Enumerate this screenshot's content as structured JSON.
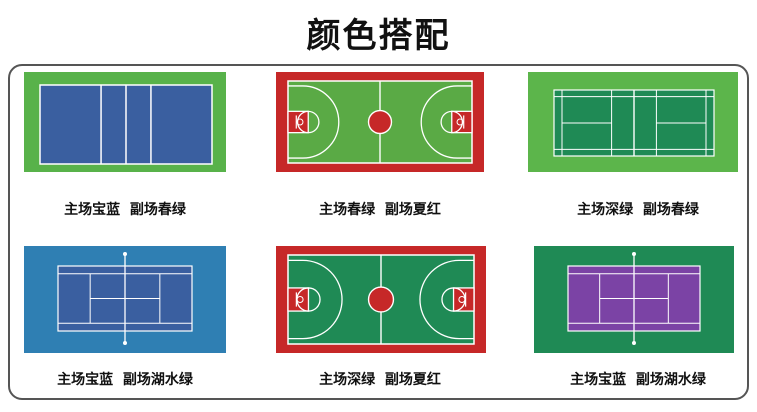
{
  "title": "颜色搭配",
  "courts": [
    {
      "type": "volleyball",
      "caption": "主场宝蓝  副场春绿",
      "main_color": "#3a5fa0",
      "surround_color": "#58b24a",
      "line_color": "#ffffff"
    },
    {
      "type": "basketball",
      "caption": "主场春绿  副场夏红",
      "main_color": "#5aaa45",
      "surround_color": "#c62828",
      "line_color": "#ffffff"
    },
    {
      "type": "badminton",
      "caption": "主场深绿  副场春绿",
      "main_color": "#1f8a55",
      "surround_color": "#5cb54b",
      "line_color": "#ffffff"
    },
    {
      "type": "tennis",
      "caption": "主场宝蓝  副场湖水绿",
      "main_color": "#3a5fa0",
      "surround_color": "#2f7fb3",
      "line_color": "#ffffff"
    },
    {
      "type": "basketball",
      "caption": "主场深绿  副场夏红",
      "main_color": "#1f8a55",
      "surround_color": "#c62828",
      "line_color": "#ffffff"
    },
    {
      "type": "tennis",
      "caption": "主场宝蓝  副场湖水绿",
      "main_color": "#7b43a5",
      "surround_color": "#1f8a55",
      "line_color": "#ffffff"
    }
  ]
}
